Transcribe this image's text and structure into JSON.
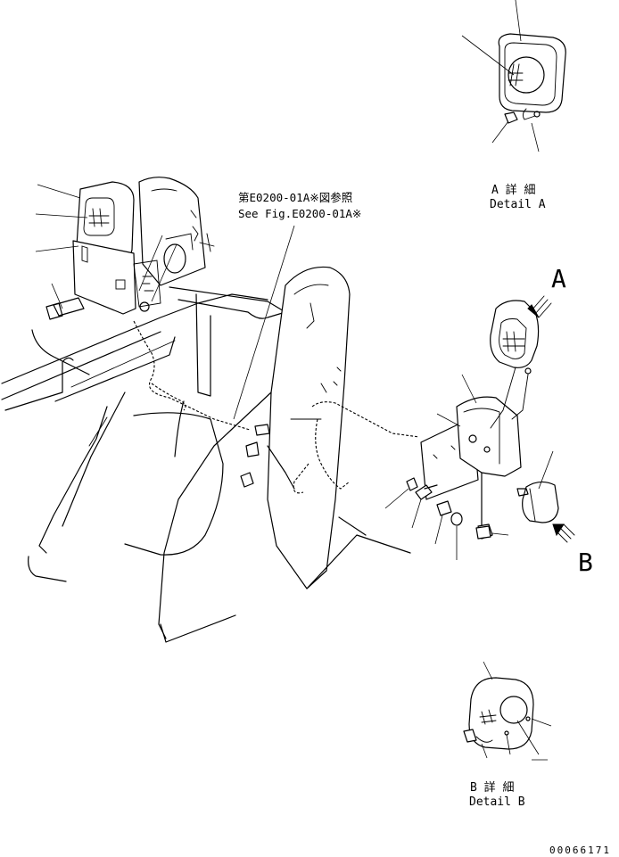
{
  "labels": {
    "detail_a_jp": "A 詳 細",
    "detail_a_en": "Detail A",
    "detail_b_jp": "B 詳 細",
    "detail_b_en": "Detail B",
    "ref_jp": "第E0200-01A※図参照",
    "ref_en": "See Fig.E0200-01A※",
    "arrow_a": "A",
    "arrow_b": "B",
    "drawing_number": "00066171"
  }
}
